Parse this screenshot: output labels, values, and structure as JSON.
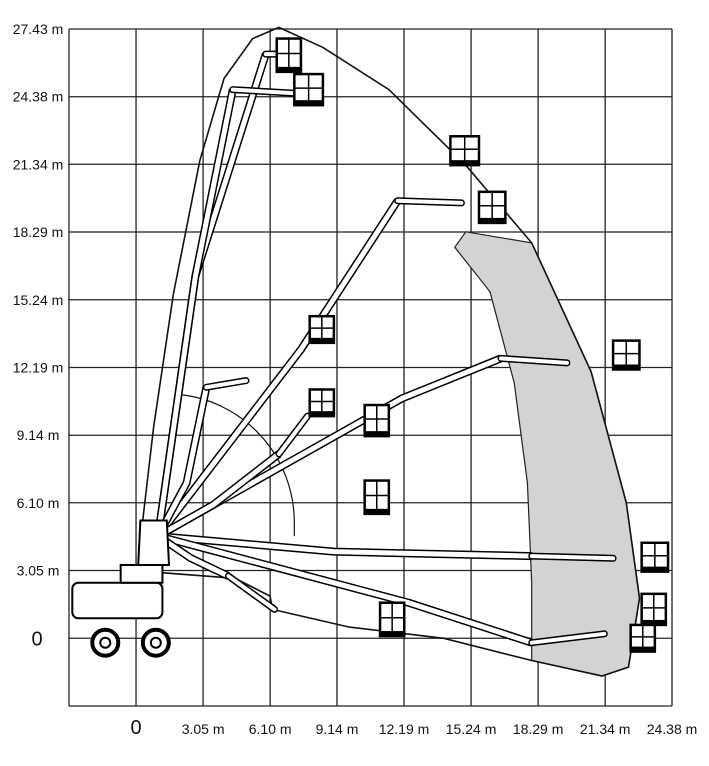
{
  "chart_data": {
    "type": "range-diagram",
    "x_unit": "m",
    "y_unit": "m",
    "xlim": [
      -3.05,
      24.38
    ],
    "ylim": [
      -3.05,
      27.43
    ],
    "x_ticks": [
      {
        "value": 0,
        "label": "0"
      },
      {
        "value": 3.05,
        "label": "3.05 m"
      },
      {
        "value": 6.1,
        "label": "6.10 m"
      },
      {
        "value": 9.14,
        "label": "9.14 m"
      },
      {
        "value": 12.19,
        "label": "12.19 m"
      },
      {
        "value": 15.24,
        "label": "15.24 m"
      },
      {
        "value": 18.29,
        "label": "18.29 m"
      },
      {
        "value": 21.34,
        "label": "21.34 m"
      },
      {
        "value": 24.38,
        "label": "24.38 m"
      }
    ],
    "y_ticks": [
      {
        "value": 0,
        "label": "0"
      },
      {
        "value": 3.05,
        "label": "3.05 m"
      },
      {
        "value": 6.1,
        "label": "6.10 m"
      },
      {
        "value": 9.14,
        "label": "9.14 m"
      },
      {
        "value": 12.19,
        "label": "12.19 m"
      },
      {
        "value": 15.24,
        "label": "15.24 m"
      },
      {
        "value": 18.29,
        "label": "18.29 m"
      },
      {
        "value": 21.34,
        "label": "21.34 m"
      },
      {
        "value": 24.38,
        "label": "24.38 m"
      },
      {
        "value": 27.43,
        "label": "27.43 m"
      }
    ],
    "grid": true,
    "envelope_outline": [
      [
        0.2,
        4.4
      ],
      [
        0.8,
        9.5
      ],
      [
        1.7,
        15.5
      ],
      [
        2.9,
        21.5
      ],
      [
        4.0,
        25.2
      ],
      [
        5.3,
        27.0
      ],
      [
        6.5,
        27.5
      ],
      [
        8.5,
        26.6
      ],
      [
        11.5,
        24.7
      ],
      [
        15.0,
        21.3
      ],
      [
        18.0,
        17.8
      ],
      [
        20.7,
        12.0
      ],
      [
        22.3,
        6.1
      ],
      [
        22.9,
        1.8
      ],
      [
        22.4,
        -1.3
      ],
      [
        21.2,
        -1.7
      ],
      [
        18.0,
        -1.0
      ],
      [
        14.0,
        0.0
      ],
      [
        9.7,
        0.5
      ],
      [
        6.2,
        1.3
      ],
      [
        6.1,
        1.9
      ],
      [
        4.5,
        2.7
      ],
      [
        0.5,
        3.0
      ]
    ],
    "shaded_zone": [
      [
        15.0,
        18.3
      ],
      [
        18.0,
        17.8
      ],
      [
        20.7,
        12.0
      ],
      [
        22.3,
        6.1
      ],
      [
        22.9,
        1.8
      ],
      [
        22.4,
        -1.3
      ],
      [
        21.2,
        -1.7
      ],
      [
        18.0,
        -1.0
      ],
      [
        18.0,
        2.5
      ],
      [
        17.8,
        7.0
      ],
      [
        17.2,
        11.5
      ],
      [
        16.1,
        15.6
      ],
      [
        14.5,
        17.6
      ]
    ],
    "inner_arc_center": [
      1.4,
      5.2
    ],
    "inner_arc_radius": 5.8,
    "machine_pivot": [
      1.0,
      4.6
    ],
    "boom_positions": [
      {
        "end": [
          5.9,
          26.3
        ],
        "mid": [
          2.7,
          16.3
        ],
        "jib_tip": [
          6.9,
          26.3
        ]
      },
      {
        "end": [
          4.4,
          24.7
        ],
        "mid": [
          2.7,
          16.3
        ],
        "jib_tip": [
          7.9,
          24.5
        ]
      },
      {
        "end": [
          11.9,
          19.7
        ],
        "mid": [
          7.5,
          13.0
        ],
        "jib_tip": [
          14.8,
          19.6
        ]
      },
      {
        "end": [
          16.6,
          12.6
        ],
        "mid": [
          12.1,
          10.8
        ],
        "jib_tip": [
          19.6,
          12.4
        ]
      },
      {
        "end": [
          18.0,
          3.7
        ],
        "mid": [
          9.0,
          3.9
        ],
        "jib_tip": [
          21.7,
          3.6
        ]
      },
      {
        "end": [
          18.0,
          -0.2
        ],
        "mid": [
          12.4,
          1.6
        ],
        "jib_tip": [
          21.3,
          0.2
        ]
      },
      {
        "end": [
          3.2,
          11.3
        ],
        "mid": [
          2.3,
          7.0
        ],
        "jib_tip": [
          5.0,
          11.6
        ]
      },
      {
        "end": [
          6.5,
          8.3
        ],
        "mid": [
          3.5,
          6.0
        ],
        "jib_tip": [
          7.8,
          10.0
        ]
      },
      {
        "end": [
          4.2,
          2.8
        ],
        "mid": [
          2.5,
          3.6
        ],
        "jib_tip": [
          6.3,
          1.3
        ]
      }
    ],
    "platform_baskets": [
      {
        "pos": [
          6.8,
          26.1
        ],
        "bounds": [
          6.4,
          7.5,
          25.5,
          27.0
        ]
      },
      {
        "pos": [
          7.5,
          24.4
        ],
        "bounds": [
          7.2,
          8.5,
          24.0,
          25.4
        ]
      },
      {
        "pos": [
          14.6,
          21.8
        ],
        "bounds": [
          14.3,
          15.6,
          21.3,
          22.6
        ]
      },
      {
        "pos": [
          16.0,
          19.2
        ],
        "bounds": [
          15.6,
          16.8,
          18.7,
          20.1
        ]
      },
      {
        "pos": [
          22.0,
          12.6
        ],
        "bounds": [
          21.7,
          22.9,
          12.1,
          13.4
        ]
      },
      {
        "pos": [
          23.2,
          3.6
        ],
        "bounds": [
          23.0,
          24.2,
          3.0,
          4.3
        ]
      },
      {
        "pos": [
          23.4,
          1.5
        ],
        "bounds": [
          23.0,
          24.1,
          0.6,
          2.0
        ]
      },
      {
        "pos": [
          22.9,
          -0.3
        ],
        "bounds": [
          22.5,
          23.6,
          -0.6,
          0.6
        ]
      },
      {
        "pos": [
          8.3,
          13.5
        ],
        "bounds": [
          7.9,
          9.0,
          13.3,
          14.5
        ]
      },
      {
        "pos": [
          8.3,
          10.6
        ],
        "bounds": [
          7.9,
          9.0,
          10.0,
          11.2
        ]
      },
      {
        "pos": [
          10.8,
          9.5
        ],
        "bounds": [
          10.4,
          11.5,
          9.1,
          10.5
        ]
      },
      {
        "pos": [
          10.8,
          6.1
        ],
        "bounds": [
          10.4,
          11.5,
          5.6,
          7.1
        ]
      },
      {
        "pos": [
          11.5,
          0.7
        ],
        "bounds": [
          11.1,
          12.2,
          0.1,
          1.6
        ]
      }
    ]
  }
}
